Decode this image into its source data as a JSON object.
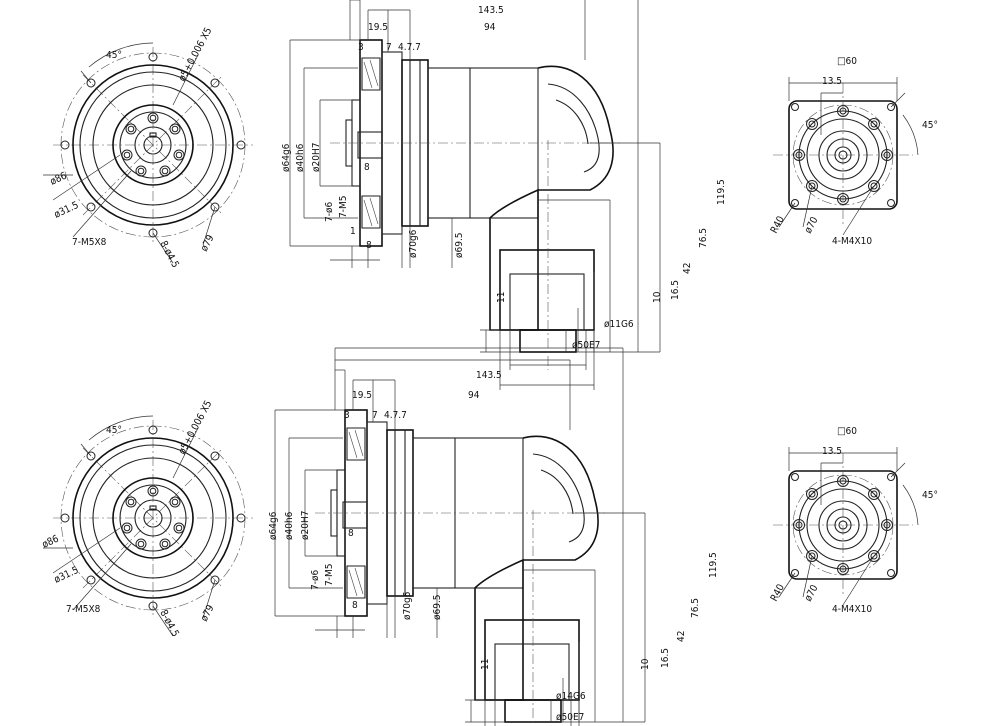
{
  "views": [
    {
      "id": "upper",
      "front": {
        "angle": "45°",
        "shaft_tol": "ø5+0.006 X5",
        "dia_outer": "ø86",
        "dia_pcd": "ø31.5",
        "tapped": "7-M5X8",
        "holes": "8-ø4.5",
        "dia_79": "ø79"
      },
      "side": {
        "overall": "143.5",
        "d19_5": "19.5",
        "d94": "94",
        "d3": "3",
        "d7": "7",
        "d4_7_7": "4.7.7",
        "d64": "ø64g6",
        "d40": "ø40h6",
        "d20": "ø20H7",
        "d8a": "8",
        "d7ø6": "7-ø6",
        "d7m5": "7-M5",
        "d1": "1",
        "d8b": "8",
        "d70": "ø70g6",
        "d69_5": "ø69.5",
        "h119_5": "119.5",
        "h76_5": "76.5",
        "h42": "42",
        "h16_5": "16.5",
        "h10": "10",
        "h11": "11",
        "bore": "ø11G6",
        "bore2": "ø50E7"
      },
      "flange": {
        "square": "□60",
        "d13_5": "13.5",
        "angle": "45°",
        "r40": "R40",
        "d70": "ø70",
        "screws": "4-M4X10"
      }
    },
    {
      "id": "lower",
      "front": {
        "angle": "45°",
        "shaft_tol": "ø5+0.006 X5",
        "dia_outer": "ø86",
        "dia_pcd": "ø31.5",
        "tapped": "7-M5X8",
        "holes": "8-ø4.5",
        "dia_79": "ø79"
      },
      "side": {
        "overall": "143.5",
        "d19_5": "19.5",
        "d94": "94",
        "d3": "3",
        "d7": "7",
        "d4_7_7": "4.7.7",
        "d64": "ø64g6",
        "d40": "ø40h6",
        "d20": "ø20H7",
        "d8a": "8",
        "d7ø6": "7-ø6",
        "d7m5": "7-M5",
        "d1": "",
        "d8b": "8",
        "d70": "ø70g6",
        "d69_5": "ø69.5",
        "h119_5": "119.5",
        "h76_5": "76.5",
        "h42": "42",
        "h16_5": "16.5",
        "h10": "10",
        "h11": "11",
        "bore": "ø14G6",
        "bore2": "ø50E7"
      },
      "flange": {
        "square": "□60",
        "d13_5": "13.5",
        "angle": "45°",
        "r40": "R40",
        "d70": "ø70",
        "screws": "4-M4X10"
      }
    }
  ]
}
